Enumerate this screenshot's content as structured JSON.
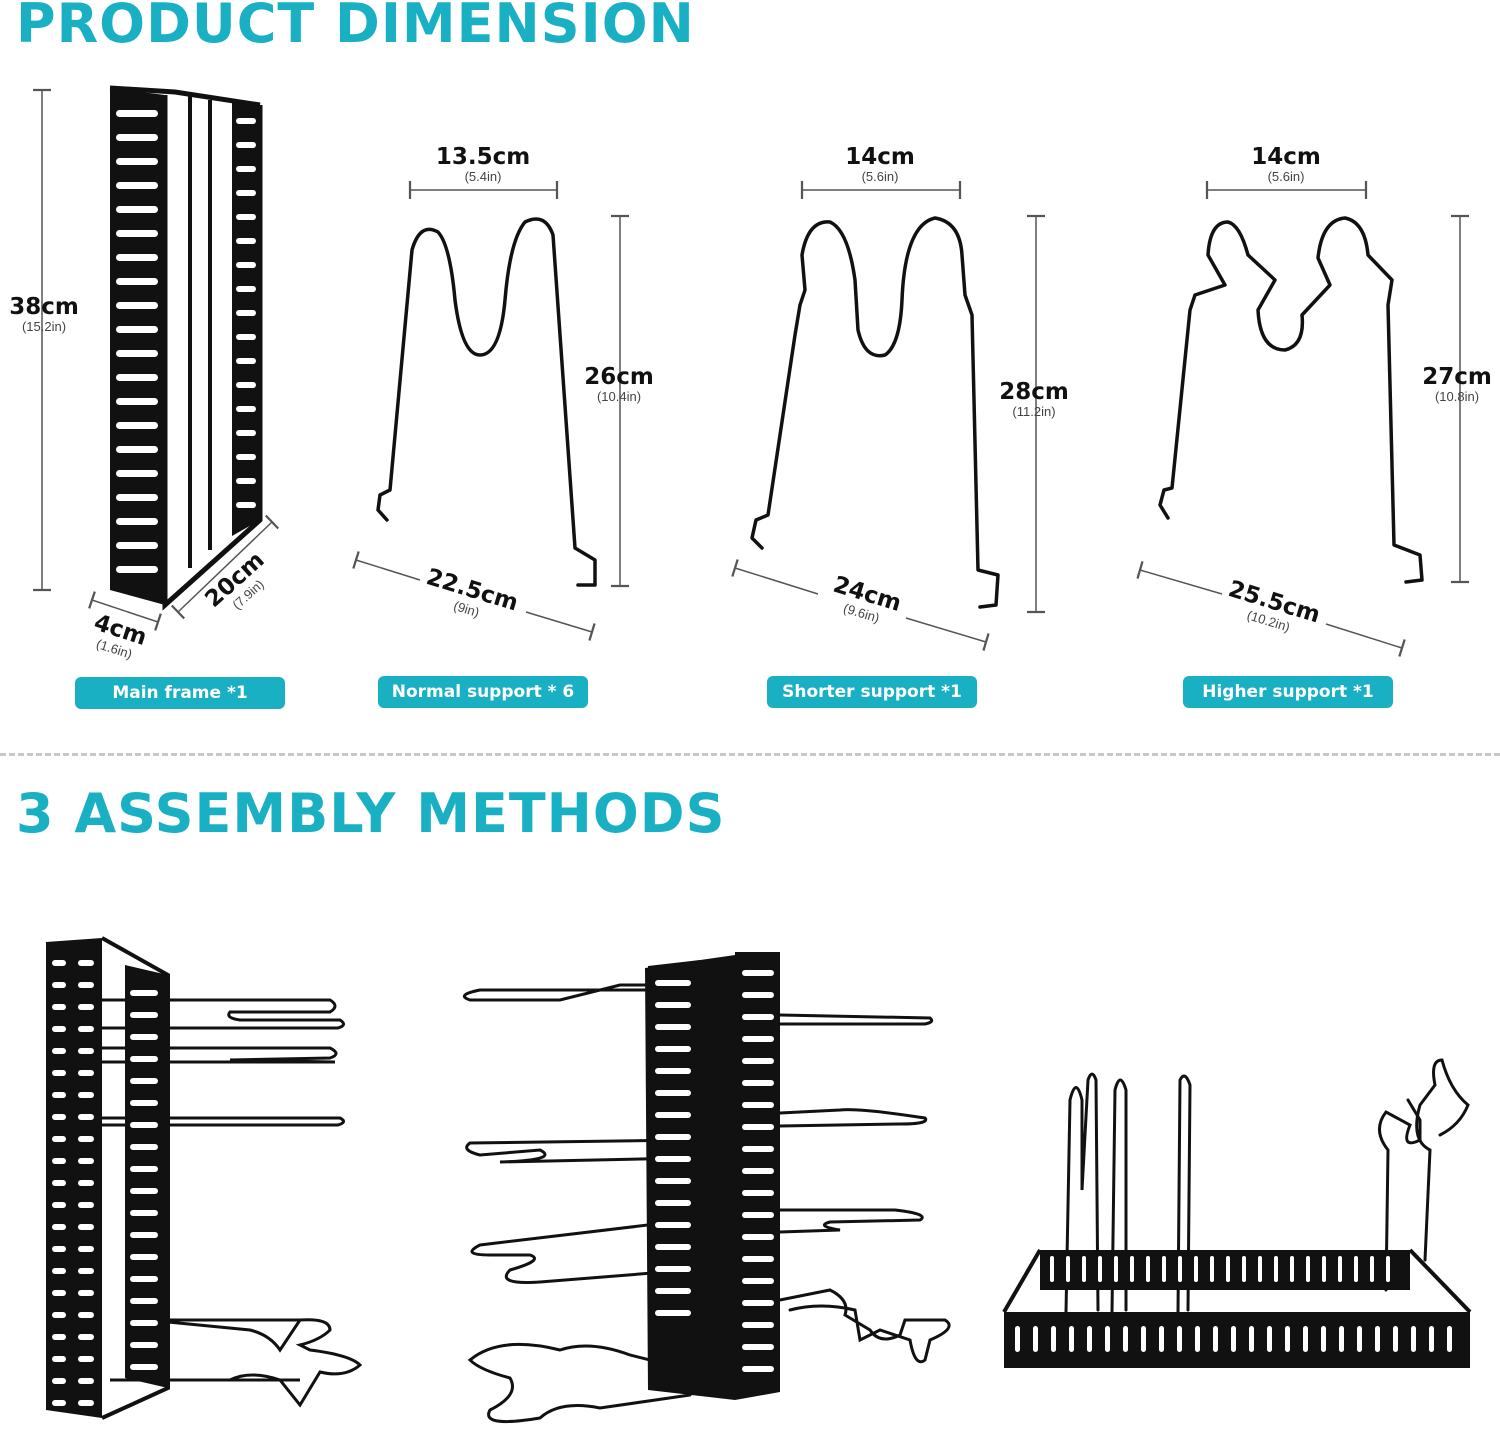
{
  "headings": {
    "dimension": "PRODUCT DIMENSION",
    "assembly": "3 ASSEMBLY METHODS"
  },
  "colors": {
    "accent": "#1ab0c4",
    "frame": "#111111",
    "dimension_line": "#555555"
  },
  "main_frame": {
    "height": {
      "cm": "38cm",
      "in": "(15.2in)"
    },
    "depth": {
      "cm": "20cm",
      "in": "(7.9in)"
    },
    "width": {
      "cm": "4cm",
      "in": "(1.6in)"
    },
    "badge": "Main frame *1"
  },
  "normal_support": {
    "top": {
      "cm": "13.5cm",
      "in": "(5.4in)"
    },
    "height": {
      "cm": "26cm",
      "in": "(10.4in)"
    },
    "base": {
      "cm": "22.5cm",
      "in": "(9in)"
    },
    "badge": "Normal support * 6"
  },
  "shorter_support": {
    "top": {
      "cm": "14cm",
      "in": "(5.6in)"
    },
    "height": {
      "cm": "28cm",
      "in": "(11.2in)"
    },
    "base": {
      "cm": "24cm",
      "in": "(9.6in)"
    },
    "badge": "Shorter support *1"
  },
  "higher_support": {
    "top": {
      "cm": "14cm",
      "in": "(5.6in)"
    },
    "height": {
      "cm": "27cm",
      "in": "(10.8in)"
    },
    "base": {
      "cm": "25.5cm",
      "in": "(10.2in)"
    },
    "badge": "Higher support *1"
  }
}
